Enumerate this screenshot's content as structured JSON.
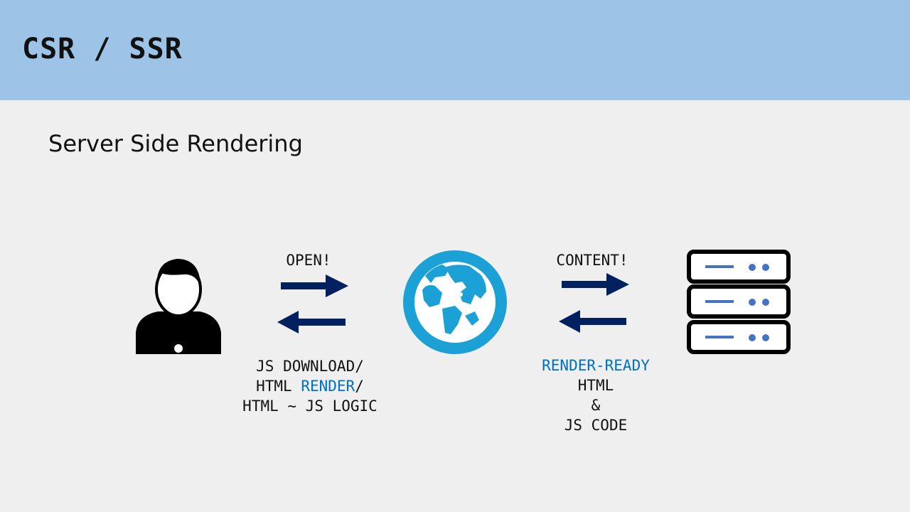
{
  "slide": {
    "title": "CSR / SSR",
    "subtitle": "Server Side Rendering"
  },
  "diagram": {
    "left_top_label": "OPEN!",
    "left_bottom_lines": [
      {
        "pre": "JS DOWNLOAD/",
        "highlight": "",
        "post": ""
      },
      {
        "pre": "HTML ",
        "highlight": "RENDER",
        "post": "/"
      },
      {
        "pre": "HTML ~ JS LOGIC",
        "highlight": "",
        "post": ""
      }
    ],
    "right_top_label": "CONTENT!",
    "right_bottom_lines": [
      {
        "pre": "",
        "highlight": "RENDER-READY",
        "post": ""
      },
      {
        "pre": "HTML",
        "highlight": "",
        "post": ""
      },
      {
        "pre": "&",
        "highlight": "",
        "post": ""
      },
      {
        "pre": "JS CODE",
        "highlight": "",
        "post": ""
      }
    ],
    "icons": [
      "user-icon",
      "browser-globe-icon",
      "server-icon"
    ]
  },
  "colors": {
    "header_band": "#9dc3e6",
    "background": "#efefef",
    "arrow": "#002060",
    "globe": "#1ba1d6",
    "highlight": "#0070c0",
    "server_accent": "#4472c4"
  }
}
